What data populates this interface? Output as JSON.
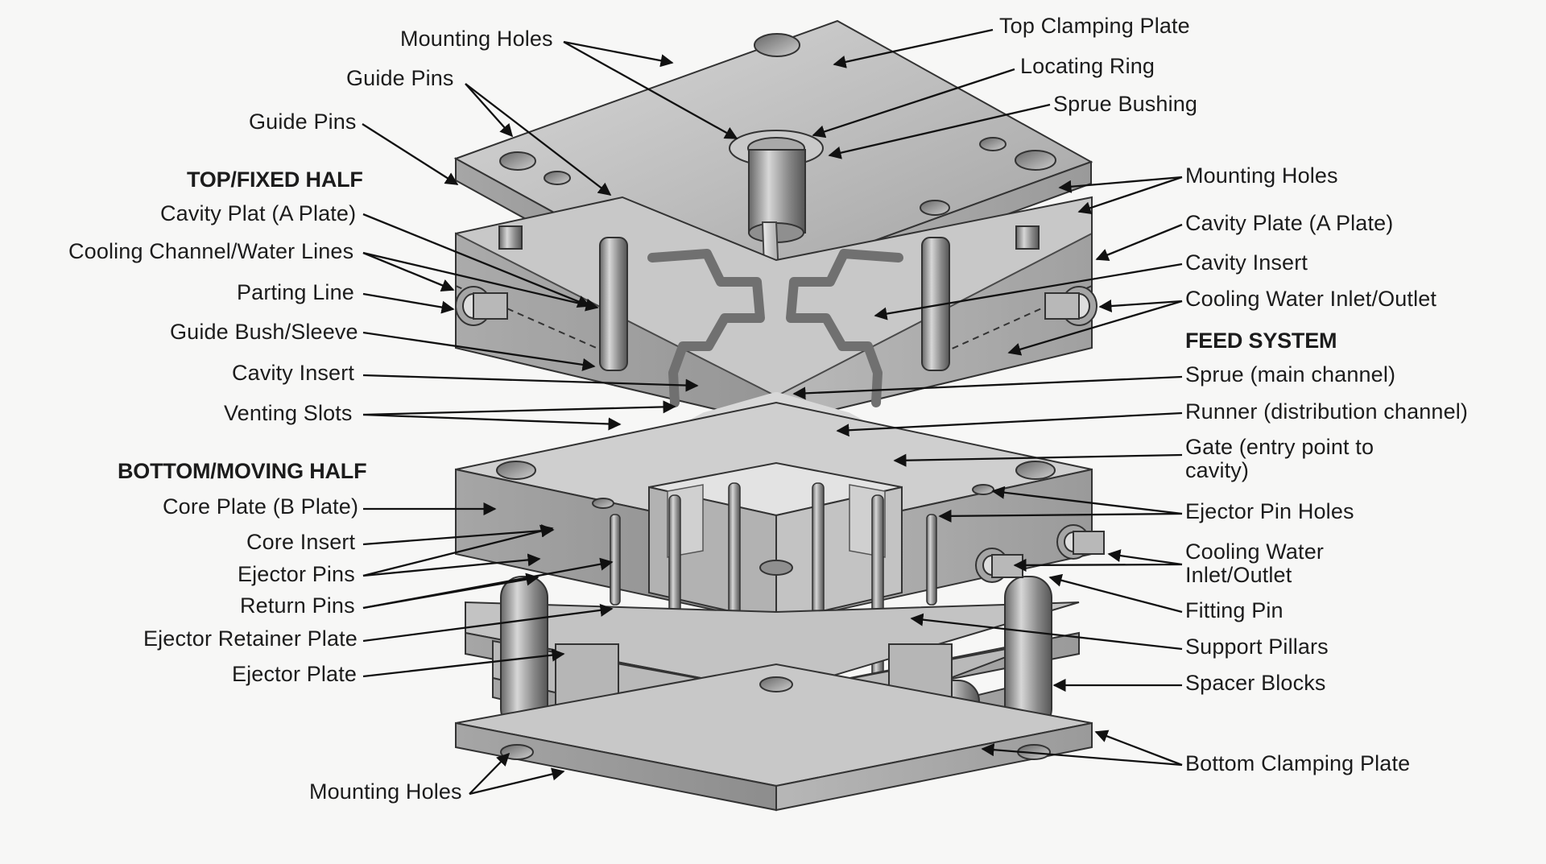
{
  "top_labels": {
    "mounting_holes": "Mounting Holes",
    "top_clamping_plate": "Top Clamping Plate",
    "guide_pins_1": "Guide Pins",
    "locating_ring": "Locating Ring",
    "guide_pins_2": "Guide Pins",
    "sprue_bushing": "Sprue Bushing"
  },
  "left_labels": {
    "top_fixed_half": "TOP/FIXED HALF",
    "cavity_plat_a": "Cavity Plat (A Plate)",
    "cooling_channel_water_lines": "Cooling Channel/Water Lines",
    "parting_line": "Parting Line",
    "guide_bush_sleeve": "Guide Bush/Sleeve",
    "cavity_insert": "Cavity Insert",
    "venting_slots": "Venting Slots",
    "bottom_moving_half": "BOTTOM/MOVING HALF",
    "core_plate_b": "Core Plate (B Plate)",
    "core_insert": "Core Insert",
    "ejector_pins": "Ejector Pins",
    "return_pins": "Return Pins",
    "ejector_retainer_plate": "Ejector Retainer Plate",
    "ejector_plate": "Ejector Plate",
    "mounting_holes_bottom": "Mounting Holes"
  },
  "right_labels": {
    "mounting_holes_right": "Mounting Holes",
    "cavity_plate_a": "Cavity Plate (A Plate)",
    "cavity_insert_right": "Cavity Insert",
    "cooling_water_inlet_outlet_top": "Cooling Water Inlet/Outlet",
    "feed_system": "FEED SYSTEM",
    "sprue_main_channel": "Sprue (main channel)",
    "runner_distribution_channel": "Runner (distribution channel)",
    "gate_line_1": "Gate (entry point to",
    "gate_line_2": "cavity)",
    "ejector_pin_holes": "Ejector Pin Holes",
    "cooling_water_line_1": "Cooling Water",
    "cooling_water_line_2": "Inlet/Outlet",
    "fitting_pin": "Fitting Pin",
    "support_pillars": "Support Pillars",
    "spacer_blocks": "Spacer Blocks",
    "bottom_clamping_plate": "Bottom Clamping Plate"
  }
}
